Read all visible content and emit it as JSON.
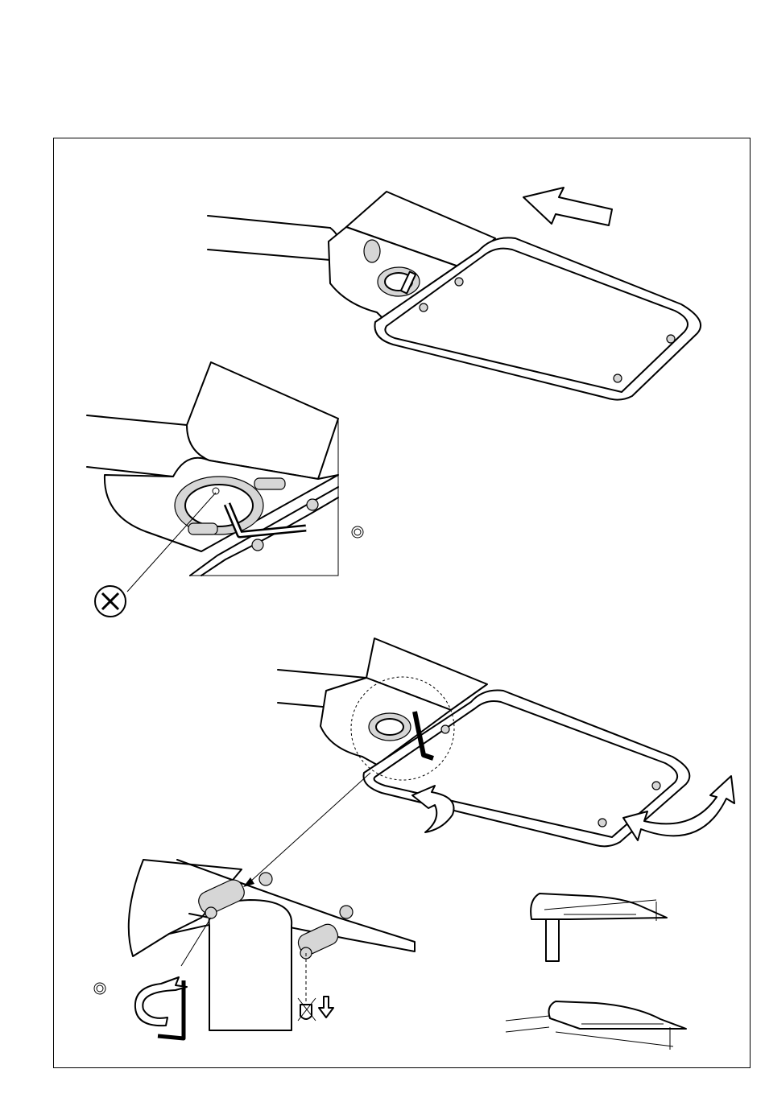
{
  "page": {
    "background": "#ffffff",
    "line_color": "#000000",
    "shade_color": "#d6d6d6"
  },
  "steps": [
    {
      "name": "slide-luminaire-onto-pole",
      "arrow": "arrow-left"
    },
    {
      "name": "tighten-hex-key",
      "note_icon": "torque-symbol-icon",
      "marker": "cross-icon"
    },
    {
      "name": "rotate-and-adjust-tilt",
      "arrows": [
        "rotate-left-arrow",
        "rotate-right-arrow"
      ]
    },
    {
      "name": "detail-screws",
      "note_icon": "torque-symbol-icon",
      "arrows": [
        "rotate-arrow",
        "arrow-down"
      ]
    },
    {
      "name": "tilt-angle-views",
      "views": [
        "side-view-horizontal",
        "side-view-tilted"
      ]
    }
  ]
}
